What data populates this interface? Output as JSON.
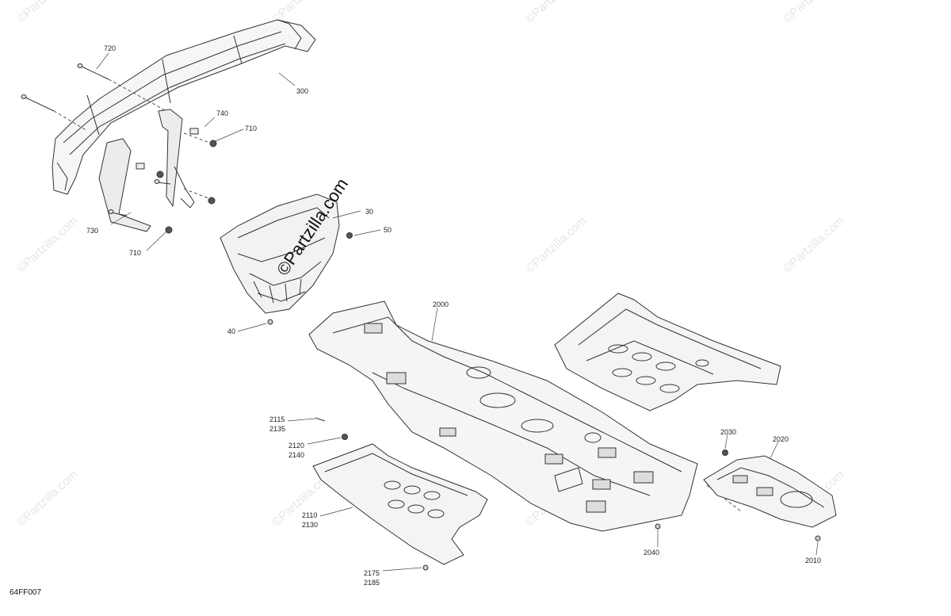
{
  "diagram_code": "64FF007",
  "watermark": "©Partzilla.com",
  "callouts": {
    "c720": "720",
    "c300": "300",
    "c740": "740",
    "c710a": "710",
    "c730": "730",
    "c710b": "710",
    "c30": "30",
    "c50": "50",
    "c40": "40",
    "c2000": "2000",
    "c2115": "2115",
    "c2135": "2135",
    "c2120": "2120",
    "c2140": "2140",
    "c2110": "2110",
    "c2130": "2130",
    "c2175": "2175",
    "c2185": "2185",
    "c2030": "2030",
    "c2020": "2020",
    "c2040": "2040",
    "c2010": "2010"
  }
}
